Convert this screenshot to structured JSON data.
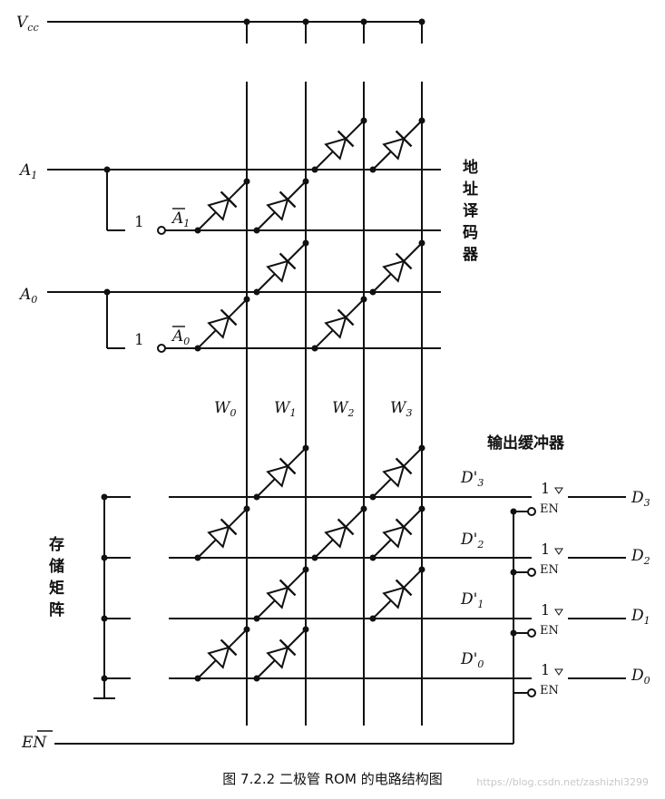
{
  "labels": {
    "vcc": "V",
    "vcc_sub": "cc",
    "a1": "A",
    "a1_sub": "1",
    "a0": "A",
    "a0_sub": "0",
    "a1_bar": "A",
    "a1_bar_sub": "1",
    "a0_bar": "A",
    "a0_bar_sub": "0",
    "w0": "W",
    "w0_sub": "0",
    "w1": "W",
    "w1_sub": "1",
    "w2": "W",
    "w2_sub": "2",
    "w3": "W",
    "w3_sub": "3",
    "d3p": "D'",
    "d3p_sub": "3",
    "d2p": "D'",
    "d2p_sub": "2",
    "d1p": "D'",
    "d1p_sub": "1",
    "d0p": "D'",
    "d0p_sub": "0",
    "d3": "D",
    "d3_sub": "3",
    "d2": "D",
    "d2_sub": "2",
    "d1": "D",
    "d1_sub": "1",
    "d0": "D",
    "d0_sub": "0",
    "en_bar": "EN",
    "inv_one": "1",
    "buf_one": "1",
    "buf_en": "EN"
  },
  "blocks": {
    "decoder": [
      "地",
      "址",
      "译",
      "码",
      "器"
    ],
    "memory": [
      "存",
      "储",
      "矩",
      "阵"
    ],
    "buffer": "输出缓冲器"
  },
  "caption": "图 7.2.2   二极管 ROM 的电路结构图",
  "watermark": "https://blog.csdn.net/zashizhi3299"
}
